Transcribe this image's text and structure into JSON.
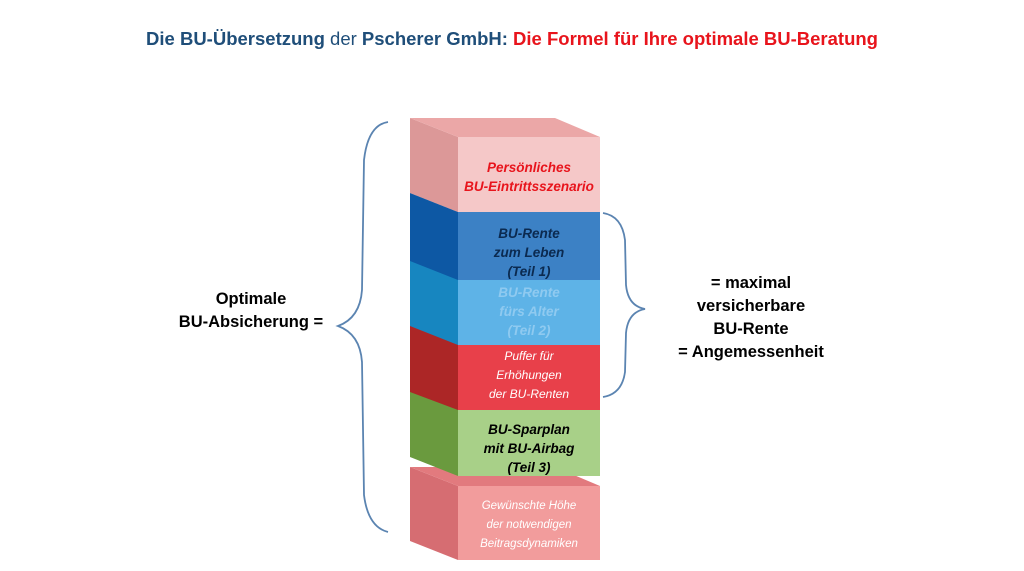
{
  "title": {
    "part1": "Die BU-Übersetzung",
    "part2": " der ",
    "part3": "Pscherer GmbH:",
    "part4": " Die Formel für Ihre optimale BU-Beratung"
  },
  "left_label": {
    "line1": "Optimale",
    "line2": "BU-Absicherung ="
  },
  "right_label": {
    "line1": "= maximal",
    "line2": "versicherbare",
    "line3": "BU-Rente",
    "line4": "= Angemessenheit"
  },
  "blocks": [
    {
      "lines": [
        "Persönliches",
        "BU-Eintrittsszenario"
      ],
      "front": "#f5c8c8",
      "top": "#eba7a7",
      "side": "#dc9898",
      "text_color": "#e8141c"
    },
    {
      "lines": [
        "BU-Rente",
        "zum Leben",
        "(Teil 1)"
      ],
      "front": "#3c81c5",
      "top": "#1565b5",
      "side": "#0d58a4",
      "text_color": "#0b2a50"
    },
    {
      "lines": [
        "BU-Rente",
        "fürs Alter",
        "(Teil 2)"
      ],
      "front": "#5eb3e7",
      "top": "#2e9bd2",
      "side": "#1786c0",
      "text_color": "#8fcaf0"
    },
    {
      "lines": [
        "Puffer für",
        "Erhöhungen",
        "der BU-Renten"
      ],
      "front": "#e8404a",
      "top": "#c52e33",
      "side": "#ac2626",
      "text_color": "#ffffff"
    },
    {
      "lines": [
        "BU-Sparplan",
        "mit BU-Airbag",
        "(Teil 3)"
      ],
      "front": "#a8d088",
      "top": "#7aaa4c",
      "side": "#6a9a3e",
      "text_color": "#000000"
    },
    {
      "lines": [
        "Gewünschte Höhe",
        "der notwendigen",
        "Beitragsdynamiken"
      ],
      "front": "#f29c9c",
      "top": "#e27a7e",
      "side": "#d66d72",
      "text_color": "#ffffff"
    }
  ],
  "colors": {
    "title_blue": "#1f4e79",
    "title_red": "#e8141c",
    "brace": "#5b84b1"
  }
}
